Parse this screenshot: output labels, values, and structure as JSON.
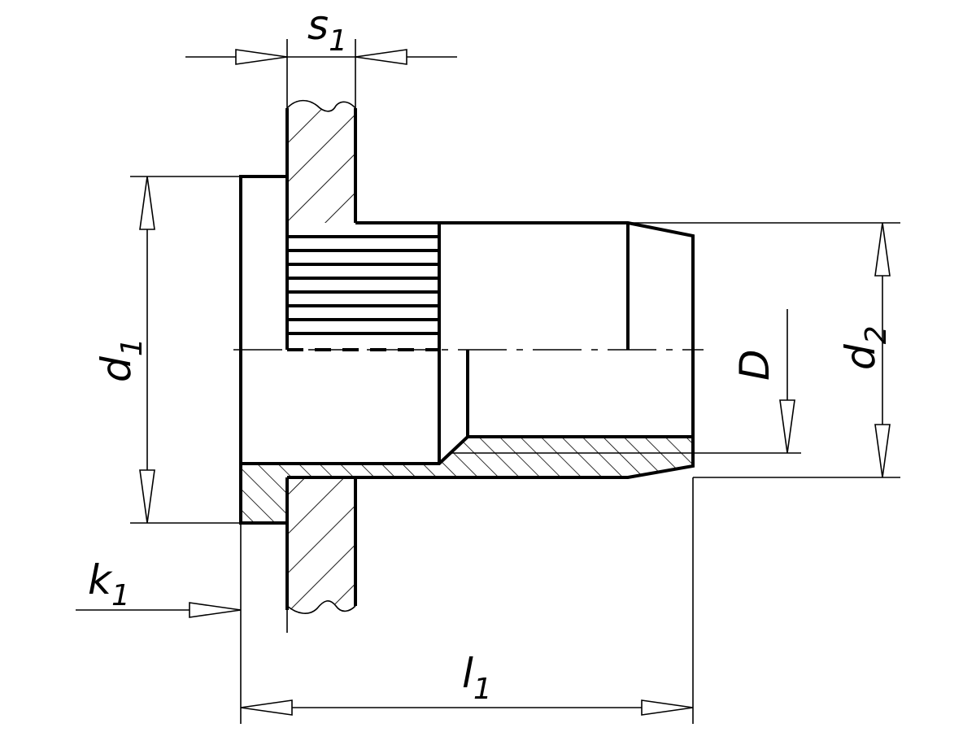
{
  "drawing": {
    "title": "Rivet nut installed in sheet - cross section",
    "labels": {
      "s1": {
        "main": "s",
        "sub": "1"
      },
      "d1": {
        "main": "d",
        "sub": "1"
      },
      "d2": {
        "main": "d",
        "sub": "2"
      },
      "D": {
        "main": "D"
      },
      "k1": {
        "main": "k",
        "sub": "1"
      },
      "l1": {
        "main": "l",
        "sub": "1"
      }
    },
    "colors": {
      "line": "#000000",
      "background": "#ffffff"
    }
  }
}
